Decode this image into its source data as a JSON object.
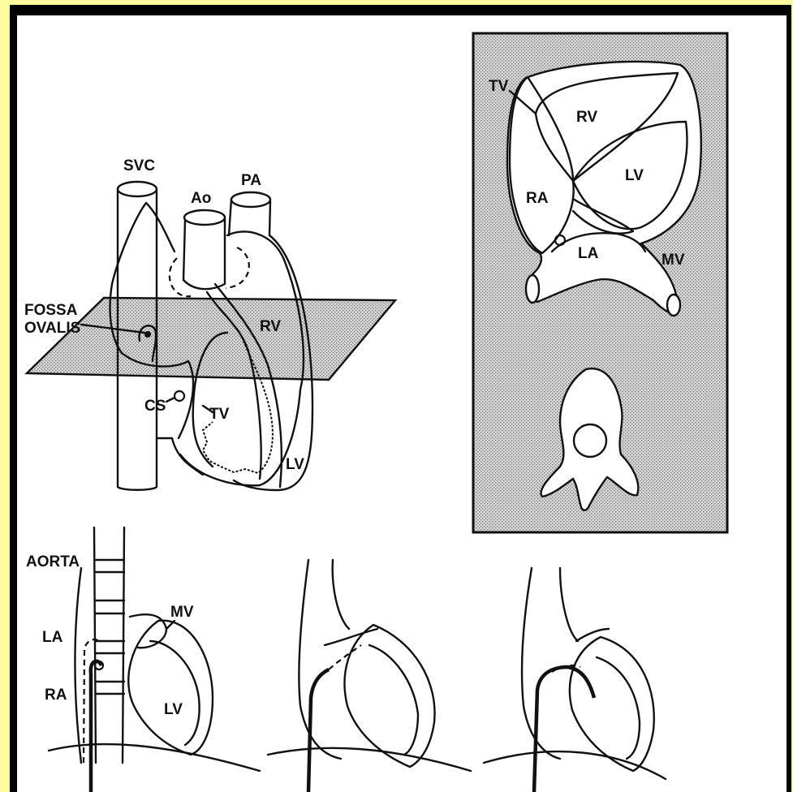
{
  "colors": {
    "border_yellow": "#fdfda0",
    "frame_black": "#000000",
    "background": "#ffffff",
    "stipple": "#c8c8c8",
    "line": "#111111"
  },
  "heart_3d": {
    "labels": {
      "svc": "SVC",
      "ao": "Ao",
      "pa": "PA",
      "fossa_line1": "FOSSA",
      "fossa_line2": "OVALIS",
      "rv": "RV",
      "cs": "CS",
      "tv": "TV",
      "lv": "LV"
    }
  },
  "cross_section": {
    "labels": {
      "tv": "TV",
      "rv": "RV",
      "lv": "LV",
      "ra": "RA",
      "la": "LA",
      "mv": "MV"
    }
  },
  "catheter_panels": {
    "labels": {
      "aorta": "AORTA",
      "mv": "MV",
      "la": "LA",
      "ra": "RA",
      "lv": "LV"
    }
  }
}
